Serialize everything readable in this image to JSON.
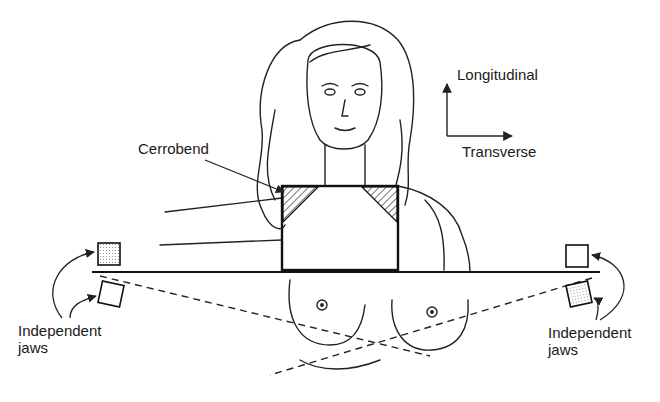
{
  "diagram": {
    "labels": [
      "Longitudinal",
      "Transverse",
      "Cerrobend",
      "Independent jaws",
      "Independent jaws"
    ]
  }
}
